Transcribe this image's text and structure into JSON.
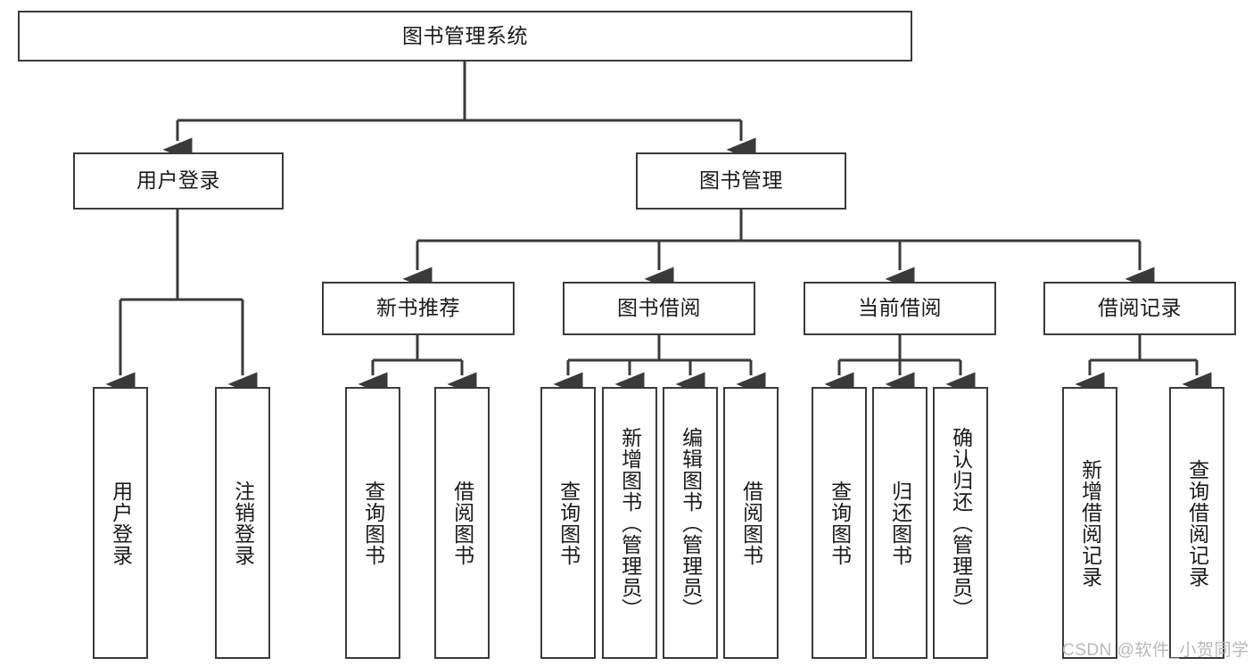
{
  "diagram": {
    "type": "tree-hierarchy-chart",
    "title": "图书管理系统",
    "root": {
      "label": "图书管理系统",
      "level": 0
    },
    "level1": [
      {
        "label": "用户登录"
      },
      {
        "label": "图书管理"
      }
    ],
    "level2": [
      {
        "label": "新书推荐",
        "parent": "图书管理"
      },
      {
        "label": "图书借阅",
        "parent": "图书管理"
      },
      {
        "label": "当前借阅",
        "parent": "图书管理"
      },
      {
        "label": "借阅记录",
        "parent": "图书管理"
      }
    ],
    "leaves": {
      "user_login": [
        {
          "label": "用户登录"
        },
        {
          "label": "注销登录"
        }
      ],
      "new_book_recommend": [
        {
          "label": "查询图书"
        },
        {
          "label": "借阅图书"
        }
      ],
      "book_borrow": [
        {
          "label": "查询图书"
        },
        {
          "label": "新增图书（管理员）"
        },
        {
          "label": "编辑图书（管理员）"
        },
        {
          "label": "借阅图书"
        }
      ],
      "current_borrow": [
        {
          "label": "查询图书"
        },
        {
          "label": "归还图书"
        },
        {
          "label": "确认归还（管理员）"
        }
      ],
      "borrow_record": [
        {
          "label": "新增借阅记录"
        },
        {
          "label": "查询借阅记录"
        }
      ]
    },
    "colors": {
      "stroke": "#3a3a3a",
      "fill": "#ffffff",
      "text": "#1a1a1a",
      "watermark": "#b9b9b9"
    }
  },
  "watermark": {
    "text": "CSDN @软件_小贺同学"
  }
}
